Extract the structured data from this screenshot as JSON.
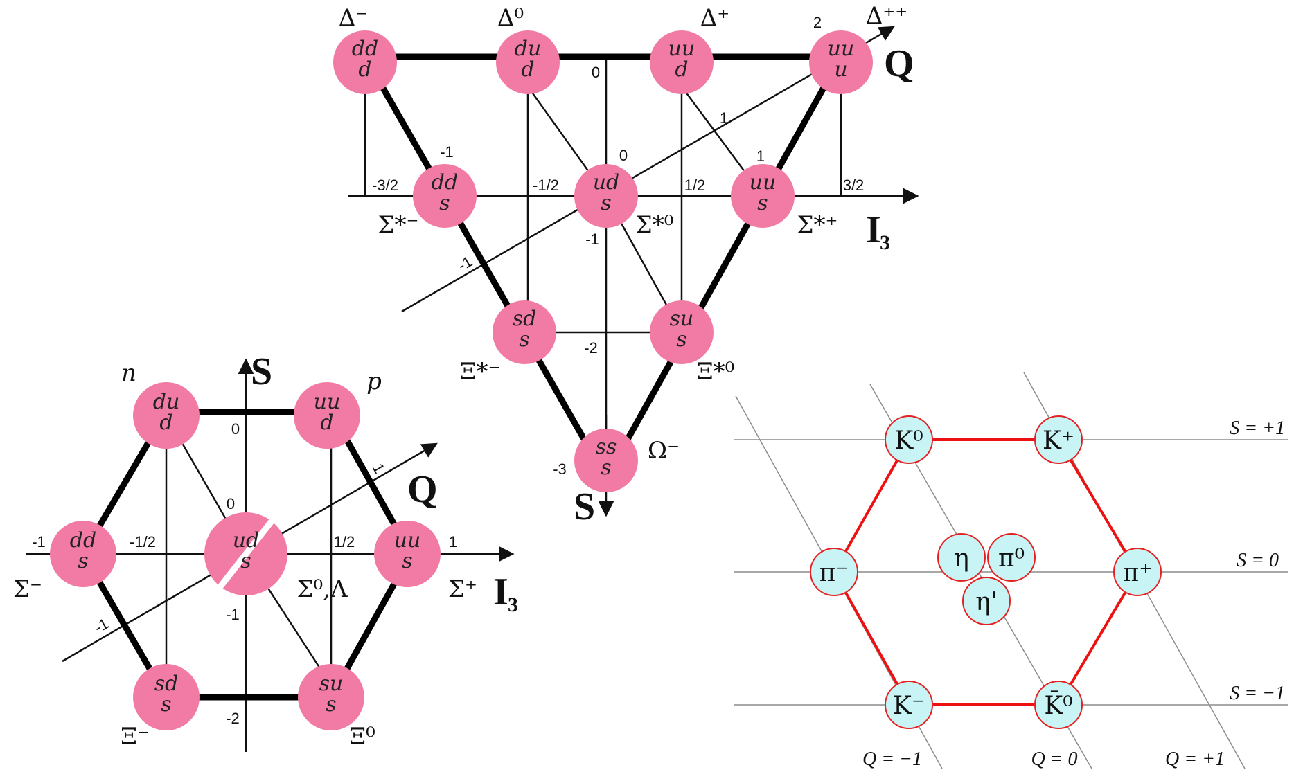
{
  "decuplet": {
    "particles": [
      {
        "label": "Δ⁻",
        "quarks": [
          "dd",
          "d"
        ]
      },
      {
        "label": "Δ⁰",
        "quarks": [
          "du",
          "d"
        ]
      },
      {
        "label": "Δ⁺",
        "quarks": [
          "uu",
          "d"
        ]
      },
      {
        "label": "Δ⁺⁺",
        "quarks": [
          "uu",
          "u"
        ]
      },
      {
        "label": "Σ*⁻",
        "quarks": [
          "dd",
          "s"
        ]
      },
      {
        "label": "Σ*⁰",
        "quarks": [
          "ud",
          "s"
        ]
      },
      {
        "label": "Σ*⁺",
        "quarks": [
          "uu",
          "s"
        ]
      },
      {
        "label": "Ξ*⁻",
        "quarks": [
          "sd",
          "s"
        ]
      },
      {
        "label": "Ξ*⁰",
        "quarks": [
          "su",
          "s"
        ]
      },
      {
        "label": "Ω⁻",
        "quarks": [
          "ss",
          "s"
        ]
      }
    ],
    "i3_ticks": [
      "-3/2",
      "-1/2",
      "1/2",
      "3/2"
    ],
    "s_ticks": [
      "0",
      "-1",
      "-2",
      "-3"
    ],
    "q_ticks": [
      "-1",
      "0",
      "1",
      "2"
    ],
    "extra_ticks": [
      "-1",
      "1"
    ],
    "axes": {
      "i3": "I",
      "i3_sub": "3",
      "s": "S",
      "q": "Q"
    }
  },
  "octet": {
    "particles": [
      {
        "label": "n",
        "quarks": [
          "du",
          "d"
        ]
      },
      {
        "label": "p",
        "quarks": [
          "uu",
          "d"
        ]
      },
      {
        "label": "Σ⁻",
        "quarks": [
          "dd",
          "s"
        ]
      },
      {
        "label": "Σ⁰,Λ",
        "quarks": [
          "ud",
          "s"
        ]
      },
      {
        "label": "Σ⁺",
        "quarks": [
          "uu",
          "s"
        ]
      },
      {
        "label": "Ξ⁻",
        "quarks": [
          "sd",
          "s"
        ]
      },
      {
        "label": "Ξ⁰",
        "quarks": [
          "su",
          "s"
        ]
      }
    ],
    "i3_ticks": [
      "-1",
      "-1/2",
      "1/2",
      "1"
    ],
    "s_ticks": [
      "0",
      "-1",
      "-2"
    ],
    "q_ticks": [
      "-1",
      "0",
      "1"
    ],
    "axes": {
      "i3": "I",
      "i3_sub": "3",
      "s": "S",
      "q": "Q"
    }
  },
  "mesons": {
    "particles": [
      "K⁰",
      "K⁺",
      "π⁻",
      "η",
      "π⁰",
      "η'",
      "π⁺",
      "K⁻",
      "K̄⁰"
    ],
    "strangeness_labels": [
      "S = +1",
      "S = 0",
      "S = −1"
    ],
    "charge_labels": [
      "Q = −1",
      "Q = 0",
      "Q = +1"
    ]
  },
  "colors": {
    "baryon": "#f27ba5",
    "meson_fill": "#c9f4f6",
    "meson_edge": "#e52020",
    "hexagon": "#ee1111",
    "grid": "#8c8c8c"
  }
}
